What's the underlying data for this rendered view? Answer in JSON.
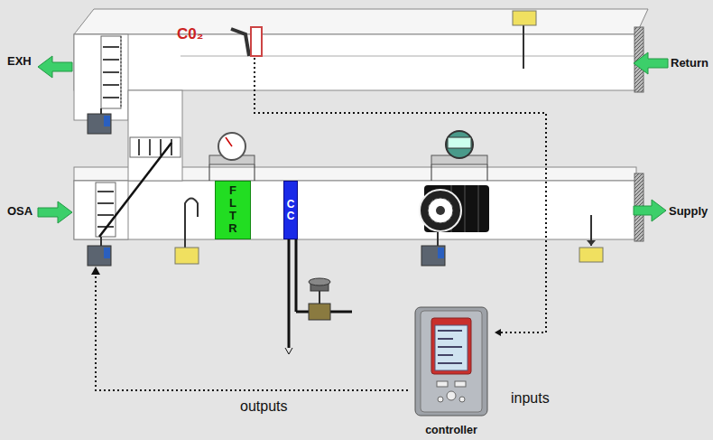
{
  "diagram": {
    "nodes": [
      {
        "text": [
          "FLTR"
        ]
      },
      {
        "text": [
          "CC"
        ]
      },
      {
        "text": [
          "C0₂"
        ]
      },
      {
        "text": [
          "controller"
        ]
      }
    ],
    "edges": [
      {
        "from": 2,
        "to": 3,
        "arrow": "to"
      }
    ],
    "labels": [
      "EXH",
      "Return",
      "OSA",
      "Supply",
      "outputs",
      "inputs"
    ]
  }
}
